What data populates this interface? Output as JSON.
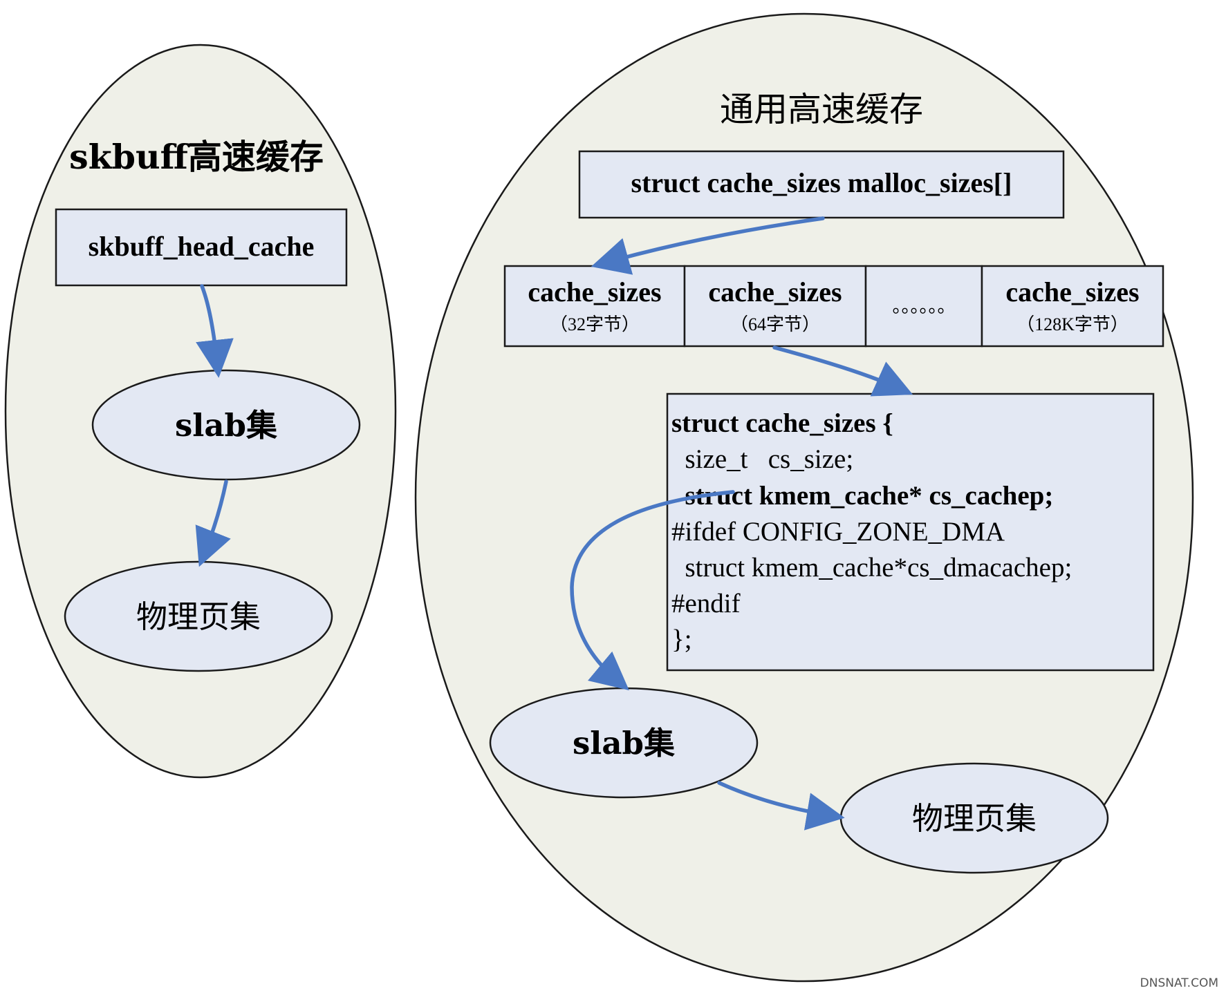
{
  "left_group": {
    "title": "skbuff高速缓存",
    "head_cache": "skbuff_head_cache",
    "slab": "slab集",
    "pages": "物理页集"
  },
  "right_group": {
    "title": "通用高速缓存",
    "malloc_sizes": "struct cache_sizes malloc_sizes[]",
    "cells": [
      {
        "name": "cache_sizes",
        "size": "（32字节）"
      },
      {
        "name": "cache_sizes",
        "size": "（64字节）"
      },
      {
        "name": "",
        "size": ""
      },
      {
        "name": "cache_sizes",
        "size": "（128K字节）"
      }
    ],
    "ellipsis": "。。。。。。",
    "struct_code": [
      "struct cache_sizes {",
      "  size_t   cs_size;",
      "  struct kmem_cache* cs_cachep;",
      "#ifdef CONFIG_ZONE_DMA",
      "  struct kmem_cache*cs_dmacachep;",
      "#endif",
      "};"
    ],
    "slab": "slab集",
    "pages": "物理页集"
  },
  "watermark": "DNSNAT.COM",
  "colors": {
    "oval_background": "#eff0e8",
    "node_fill": "#e3e8f3",
    "arrow": "#4a78c4"
  }
}
